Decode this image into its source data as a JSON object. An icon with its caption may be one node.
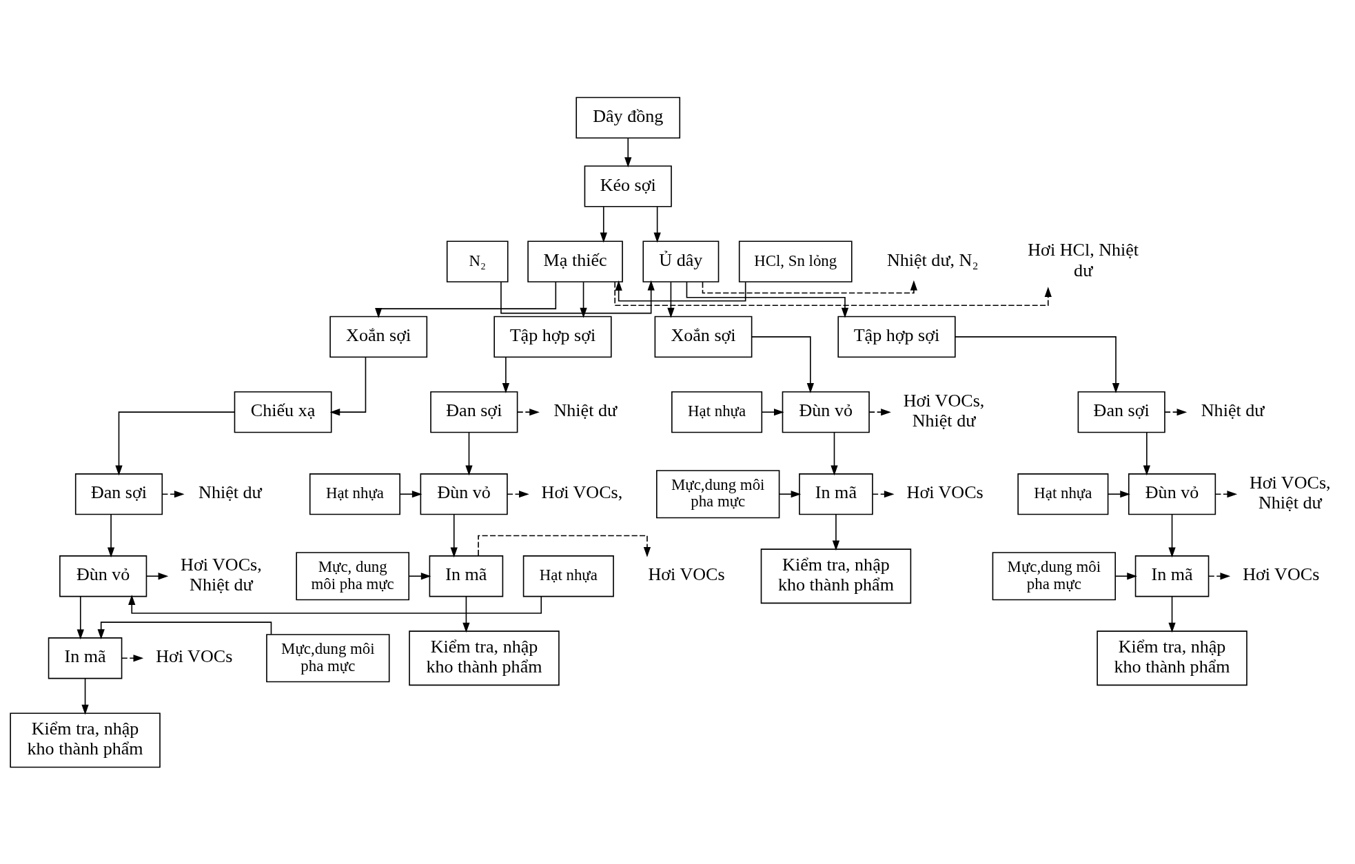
{
  "diagram": {
    "nodes": [
      {
        "text": [
          "Dây đồng"
        ]
      },
      {
        "text": [
          "Kéo sợi"
        ]
      },
      {
        "text": [
          "N₂"
        ]
      },
      {
        "text": [
          "Ủ dây"
        ]
      },
      {
        "text": [
          "Nhiệt dư, N₂"
        ]
      },
      {
        "text": [
          "HCl, Sn lỏng"
        ]
      },
      {
        "text": [
          "Mạ thiếc"
        ]
      },
      {
        "text": [
          "Hơi HCl, Nhiệt dư"
        ]
      },
      {
        "text": [
          "Xoắn sợi"
        ]
      },
      {
        "text": [
          "Hạt nhựa"
        ]
      },
      {
        "text": [
          "Đùn vỏ"
        ]
      },
      {
        "text": [
          "Hơi VOCs, Nhiệt dư"
        ]
      },
      {
        "text": [
          "Mực,dung môi pha mực"
        ]
      },
      {
        "text": [
          "In mã"
        ]
      },
      {
        "text": [
          "Hơi VOCs"
        ]
      },
      {
        "text": [
          "Kiểm tra, nhập kho thành phẩm"
        ]
      },
      {
        "text": [
          "Tập hợp sợi"
        ]
      },
      {
        "text": [
          "Đan sợi"
        ]
      },
      {
        "text": [
          "Nhiệt dư"
        ]
      },
      {
        "text": [
          "Hạt nhựa"
        ]
      },
      {
        "text": [
          "Đùn vỏ"
        ]
      },
      {
        "text": [
          "Hơi VOCs, Nhiệt dư"
        ]
      },
      {
        "text": [
          "Mực,dung môi pha mực"
        ]
      },
      {
        "text": [
          "In mã"
        ]
      },
      {
        "text": [
          "Hơi VOCs"
        ]
      },
      {
        "text": [
          "Kiểm tra, nhập kho thành phẩm"
        ]
      },
      {
        "text": [
          "Xoắn sợi"
        ]
      },
      {
        "text": [
          "Chiếu xạ"
        ]
      },
      {
        "text": [
          "Đan sợi"
        ]
      },
      {
        "text": [
          "Nhiệt dư"
        ]
      },
      {
        "text": [
          "Hạt nhựa"
        ]
      },
      {
        "text": [
          "Đùn vỏ"
        ]
      },
      {
        "text": [
          "Hơi VOCs, Nhiệt dư"
        ]
      },
      {
        "text": [
          "Mực,dung môi pha mực"
        ]
      },
      {
        "text": [
          "In mã"
        ]
      },
      {
        "text": [
          "Hơi VOCs"
        ]
      },
      {
        "text": [
          "Kiểm tra, nhập kho thành phẩm"
        ]
      },
      {
        "text": [
          "Tập hợp sợi"
        ]
      },
      {
        "text": [
          "Đan sợi"
        ]
      },
      {
        "text": [
          "Nhiệt dư"
        ]
      },
      {
        "text": [
          "Hạt nhựa"
        ]
      },
      {
        "text": [
          "Đùn vỏ"
        ]
      },
      {
        "text": [
          "Hơi VOCs,"
        ]
      },
      {
        "text": [
          "Mực, dung môi pha mực"
        ]
      },
      {
        "text": [
          "In mã"
        ]
      },
      {
        "text": [
          "Hơi VOCs"
        ]
      },
      {
        "text": [
          "Kiểm tra, nhập kho thành phẩm"
        ]
      }
    ],
    "edges": [
      {
        "from": 0,
        "to": 1,
        "arrow": "to"
      },
      {
        "from": 1,
        "to": 3,
        "arrow": "to"
      },
      {
        "from": 1,
        "to": 6,
        "arrow": "to"
      },
      {
        "from": 2,
        "to": 3,
        "arrow": "to"
      },
      {
        "from": 3,
        "to": 4,
        "arrow": "to",
        "style": "dashed"
      },
      {
        "from": 5,
        "to": 6,
        "arrow": "to"
      },
      {
        "from": 6,
        "to": 7,
        "arrow": "to",
        "style": "dashed"
      },
      {
        "from": 3,
        "to": 8,
        "arrow": "to"
      },
      {
        "from": 3,
        "to": 16,
        "arrow": "to"
      },
      {
        "from": 8,
        "to": 10,
        "arrow": "to"
      },
      {
        "from": 9,
        "to": 10,
        "arrow": "to"
      },
      {
        "from": 10,
        "to": 11,
        "arrow": "to",
        "style": "dashed"
      },
      {
        "from": 10,
        "to": 13,
        "arrow": "to"
      },
      {
        "from": 12,
        "to": 13,
        "arrow": "to"
      },
      {
        "from": 13,
        "to": 14,
        "arrow": "to",
        "style": "dashed"
      },
      {
        "from": 13,
        "to": 15,
        "arrow": "to"
      },
      {
        "from": 16,
        "to": 17,
        "arrow": "to"
      },
      {
        "from": 17,
        "to": 18,
        "arrow": "to",
        "style": "dashed"
      },
      {
        "from": 17,
        "to": 20,
        "arrow": "to"
      },
      {
        "from": 19,
        "to": 20,
        "arrow": "to"
      },
      {
        "from": 20,
        "to": 21,
        "arrow": "to",
        "style": "dashed"
      },
      {
        "from": 20,
        "to": 23,
        "arrow": "to"
      },
      {
        "from": 22,
        "to": 23,
        "arrow": "to"
      },
      {
        "from": 23,
        "to": 24,
        "arrow": "to",
        "style": "dashed"
      },
      {
        "from": 23,
        "to": 25,
        "arrow": "to"
      },
      {
        "from": 6,
        "to": 26,
        "arrow": "to"
      },
      {
        "from": 6,
        "to": 37,
        "arrow": "to"
      },
      {
        "from": 26,
        "to": 27,
        "arrow": "to"
      },
      {
        "from": 27,
        "to": 28,
        "arrow": "to"
      },
      {
        "from": 28,
        "to": 29,
        "arrow": "to",
        "style": "dashed"
      },
      {
        "from": 28,
        "to": 31,
        "arrow": "to"
      },
      {
        "from": 30,
        "to": 31,
        "arrow": "to"
      },
      {
        "from": 31,
        "to": 32,
        "arrow": "to"
      },
      {
        "from": 31,
        "to": 34,
        "arrow": "to"
      },
      {
        "from": 33,
        "to": 34,
        "arrow": "to"
      },
      {
        "from": 34,
        "to": 35,
        "arrow": "to",
        "style": "dashed"
      },
      {
        "from": 34,
        "to": 36,
        "arrow": "to"
      },
      {
        "from": 37,
        "to": 38,
        "arrow": "to"
      },
      {
        "from": 38,
        "to": 39,
        "arrow": "to",
        "style": "dashed"
      },
      {
        "from": 38,
        "to": 41,
        "arrow": "to"
      },
      {
        "from": 40,
        "to": 41,
        "arrow": "to"
      },
      {
        "from": 41,
        "to": 42,
        "arrow": "to",
        "style": "dashed"
      },
      {
        "from": 41,
        "to": 44,
        "arrow": "to"
      },
      {
        "from": 43,
        "to": 44,
        "arrow": "to"
      },
      {
        "from": 44,
        "to": 45,
        "arrow": "to",
        "style": "dashed"
      },
      {
        "from": 44,
        "to": 46,
        "arrow": "to"
      }
    ]
  }
}
